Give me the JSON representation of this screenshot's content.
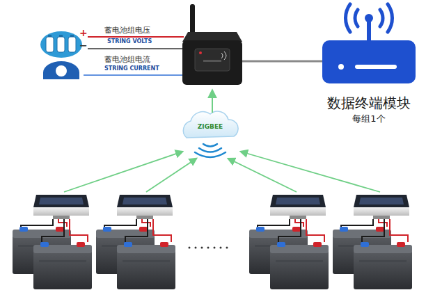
{
  "diagram": {
    "nodes": [
      {
        "text": [
          "数据终端模块",
          "每组1个"
        ]
      },
      {
        "text": [
          "ZIGBEE"
        ]
      }
    ],
    "labels": [
      "+",
      "−",
      "蓄电池组电压",
      "STRING VOLTS",
      "蓄电池组电流",
      "STRING CURRENT"
    ]
  }
}
